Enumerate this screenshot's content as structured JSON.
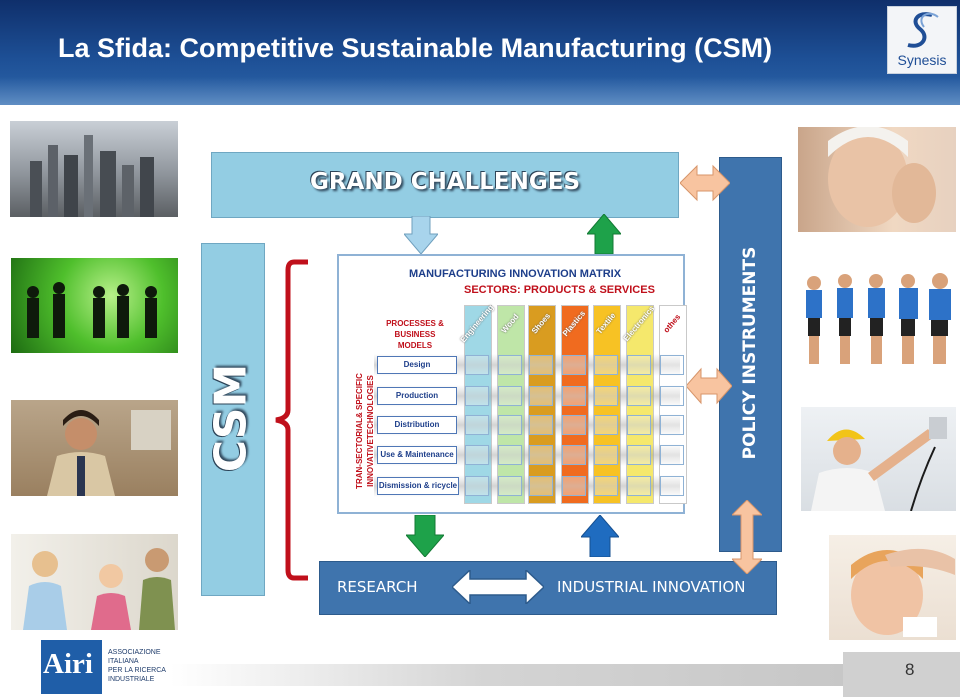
{
  "slide": {
    "title": "La Sfida: Competitive Sustainable Manufacturing (CSM)",
    "logo_brand": "Synesis",
    "grand_challenges_label": "GRAND CHALLENGES",
    "csm_label": "CSM",
    "policy_instruments_label": "POLICY INSTRUMENTS",
    "research_label": "RESEARCH",
    "industrial_innovation_label": "INDUSTRIAL   INNOVATION",
    "page_number": "8",
    "footer_org": {
      "name": "Airi",
      "subtitle_lines": [
        "ASSOCIAZIONE",
        "ITALIANA",
        "PER LA RICERCA",
        "INDUSTRIALE"
      ]
    }
  },
  "matrix": {
    "title": "MANUFACTURING INNOVATION MATRIX",
    "sectors_title": "SECTORS: PRODUCTS & SERVICES",
    "processes_label_lines": [
      "PROCESSES &",
      "BUSINESS",
      "MODELS"
    ],
    "side_label_lines": [
      "TRAN-SECTORIAL& SPECIFIC",
      "INNOVATIVETECHNOLOGIES"
    ],
    "rows": [
      "Design",
      "Production",
      "Distribution",
      "Use & Maintenance",
      "Dismission & ricycle"
    ],
    "sectors": [
      {
        "label": "Engineering",
        "color": "#9fd8e6"
      },
      {
        "label": "Wood",
        "color": "#bfe6a8"
      },
      {
        "label": "Shoes",
        "color": "#d99c20"
      },
      {
        "label": "Plastics",
        "color": "#f06b1f"
      },
      {
        "label": "Textile",
        "color": "#f7c224"
      },
      {
        "label": "Electronics",
        "color": "#f5e86c"
      },
      {
        "label": "othes",
        "color": "#ffffff"
      }
    ]
  },
  "colors": {
    "header_blue": "#1d4f95",
    "light_box": "#93cde3",
    "dark_box": "#3f74ad",
    "bracket_red": "#c0101b",
    "arrow_green": "#1ea24a",
    "arrow_blue": "#1f6cc0",
    "arrow_peach": "#f8c4a0",
    "arrow_light_blue": "#a8d4ec"
  },
  "icons": {
    "up_arrow_green": "arrow-up-icon",
    "down_arrow_green": "arrow-down-icon",
    "double_arrow": "double-arrow-icon",
    "bracket": "curly-bracket-icon"
  }
}
